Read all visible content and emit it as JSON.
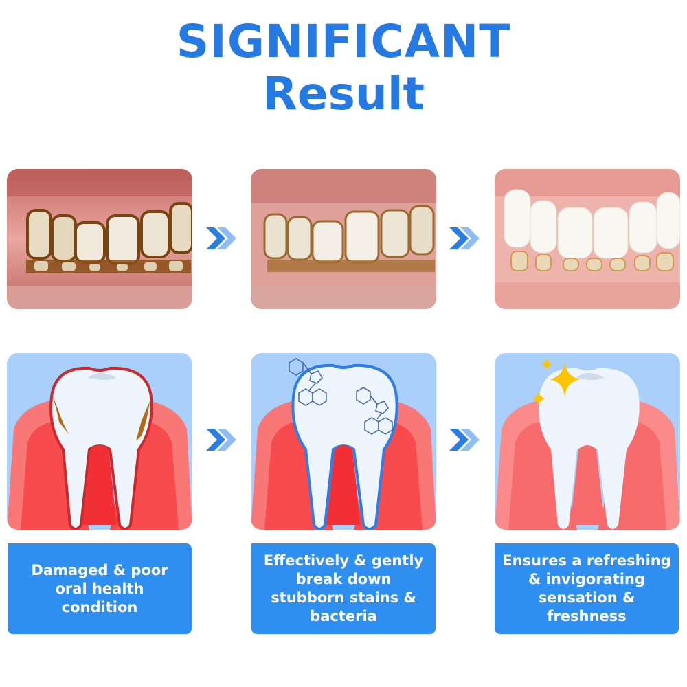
{
  "title": {
    "line1": "SIGNIFICANT",
    "line2": "Result",
    "color": "#2479e2"
  },
  "photos": [
    {
      "label": "before-photo",
      "description": "heavily stained teeth with plaque and tartar"
    },
    {
      "label": "during-photo",
      "description": "partially cleaned teeth with reduced stains"
    },
    {
      "label": "after-photo",
      "description": "clean white teeth"
    }
  ],
  "illustrations": [
    {
      "label": "damaged-tooth-illustration"
    },
    {
      "label": "cleaning-tooth-illustration"
    },
    {
      "label": "clean-tooth-illustration"
    }
  ],
  "captions": [
    {
      "text": "Damaged & poor\noral health\ncondition"
    },
    {
      "text": "Effectively & gently\nbreak down\nstubborn stains &\nbacteria"
    },
    {
      "text": "Ensures a refreshing\n& invigorating\nsensation &\nfreshness"
    }
  ],
  "icons": {
    "arrow": "double-chevron-right-icon",
    "sparkle": "sparkle-icon",
    "molecule": "molecule-icon"
  },
  "colors": {
    "caption_bg": "#2f8ff0",
    "illus_bg": "#a9cffa",
    "gum": "#f8494c",
    "tooth": "#eef5fd",
    "chevron_dark": "#2a7de1",
    "chevron_light": "#8fbdf3",
    "sparkle": "#ffc400"
  }
}
